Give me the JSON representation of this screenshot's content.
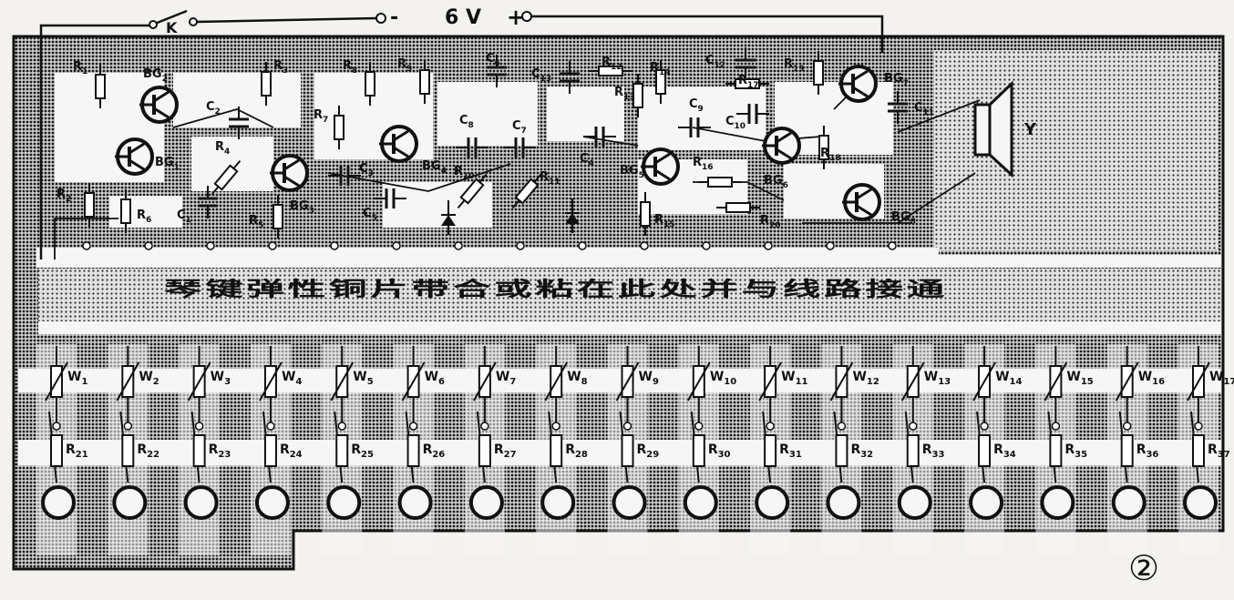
{
  "battery": {
    "switch_label": "K",
    "minus": "-",
    "voltage": "6 V",
    "plus": "+"
  },
  "strip_caption": "琴键弹性铜片带合或粘在此处并与线路接通",
  "figure_number": "②",
  "colors": {
    "board": "#3a3a3a",
    "copper": "#ffffff",
    "ink": "#111111",
    "paper": "#f4f2ee"
  },
  "circuit": {
    "transistors": [
      {
        "id": "bg2",
        "label": "BG",
        "sub": "2"
      },
      {
        "id": "bg1",
        "label": "BG",
        "sub": "1"
      },
      {
        "id": "bg3",
        "label": "BG",
        "sub": "3"
      },
      {
        "id": "bg4",
        "label": "BG",
        "sub": "4"
      },
      {
        "id": "bg5",
        "label": "BG",
        "sub": "5"
      },
      {
        "id": "bg6",
        "label": "BG",
        "sub": "6"
      },
      {
        "id": "bg7",
        "label": "BG",
        "sub": "7"
      },
      {
        "id": "bg8",
        "label": "BG",
        "sub": "8"
      }
    ],
    "resistors": [
      {
        "id": "r1",
        "label": "R",
        "sub": "1"
      },
      {
        "id": "r2",
        "label": "R",
        "sub": "2"
      },
      {
        "id": "r3",
        "label": "R",
        "sub": "3"
      },
      {
        "id": "r4",
        "label": "R",
        "sub": "4"
      },
      {
        "id": "r5",
        "label": "R",
        "sub": "5"
      },
      {
        "id": "r6",
        "label": "R",
        "sub": "6"
      },
      {
        "id": "r7",
        "label": "R",
        "sub": "7"
      },
      {
        "id": "r8",
        "label": "R",
        "sub": "8"
      },
      {
        "id": "r9",
        "label": "R",
        "sub": "9"
      },
      {
        "id": "r10",
        "label": "R",
        "sub": "10"
      },
      {
        "id": "r11",
        "label": "R",
        "sub": "11"
      },
      {
        "id": "r12",
        "label": "R",
        "sub": "12"
      },
      {
        "id": "r13",
        "label": "R",
        "sub": "13"
      },
      {
        "id": "r14",
        "label": "R",
        "sub": "14"
      },
      {
        "id": "r15",
        "label": "R",
        "sub": "15"
      },
      {
        "id": "r16",
        "label": "R",
        "sub": "16"
      },
      {
        "id": "r17",
        "label": "R",
        "sub": "17"
      },
      {
        "id": "r18",
        "label": "R",
        "sub": "18"
      },
      {
        "id": "r19",
        "label": "R",
        "sub": "19"
      },
      {
        "id": "r20",
        "label": "R",
        "sub": "20"
      }
    ],
    "capacitors": [
      {
        "id": "c1",
        "label": "C",
        "sub": "1"
      },
      {
        "id": "c2",
        "label": "C",
        "sub": "2"
      },
      {
        "id": "c3",
        "label": "C",
        "sub": "3"
      },
      {
        "id": "c4",
        "label": "C",
        "sub": "4"
      },
      {
        "id": "c5",
        "label": "C",
        "sub": "5"
      },
      {
        "id": "c6",
        "label": "C",
        "sub": "6"
      },
      {
        "id": "c7",
        "label": "C",
        "sub": "7"
      },
      {
        "id": "c8",
        "label": "C",
        "sub": "8"
      },
      {
        "id": "c9",
        "label": "C",
        "sub": "9"
      },
      {
        "id": "c10",
        "label": "C",
        "sub": "10"
      },
      {
        "id": "c11",
        "label": "C",
        "sub": "11"
      },
      {
        "id": "c12",
        "label": "C",
        "sub": "12"
      },
      {
        "id": "c13",
        "label": "C",
        "sub": "13"
      }
    ],
    "speaker": {
      "label": "Y"
    }
  },
  "keys": [
    {
      "w": "W",
      "wsub": "1",
      "r": "R",
      "rsub": "21"
    },
    {
      "w": "W",
      "wsub": "2",
      "r": "R",
      "rsub": "22"
    },
    {
      "w": "W",
      "wsub": "3",
      "r": "R",
      "rsub": "23"
    },
    {
      "w": "W",
      "wsub": "4",
      "r": "R",
      "rsub": "24"
    },
    {
      "w": "W",
      "wsub": "5",
      "r": "R",
      "rsub": "25"
    },
    {
      "w": "W",
      "wsub": "6",
      "r": "R",
      "rsub": "26"
    },
    {
      "w": "W",
      "wsub": "7",
      "r": "R",
      "rsub": "27"
    },
    {
      "w": "W",
      "wsub": "8",
      "r": "R",
      "rsub": "28"
    },
    {
      "w": "W",
      "wsub": "9",
      "r": "R",
      "rsub": "29"
    },
    {
      "w": "W",
      "wsub": "10",
      "r": "R",
      "rsub": "30"
    },
    {
      "w": "W",
      "wsub": "11",
      "r": "R",
      "rsub": "31"
    },
    {
      "w": "W",
      "wsub": "12",
      "r": "R",
      "rsub": "32"
    },
    {
      "w": "W",
      "wsub": "13",
      "r": "R",
      "rsub": "33"
    },
    {
      "w": "W",
      "wsub": "14",
      "r": "R",
      "rsub": "34"
    },
    {
      "w": "W",
      "wsub": "15",
      "r": "R",
      "rsub": "35"
    },
    {
      "w": "W",
      "wsub": "16",
      "r": "R",
      "rsub": "36"
    },
    {
      "w": "W",
      "wsub": "17",
      "r": "R",
      "rsub": "37"
    }
  ]
}
